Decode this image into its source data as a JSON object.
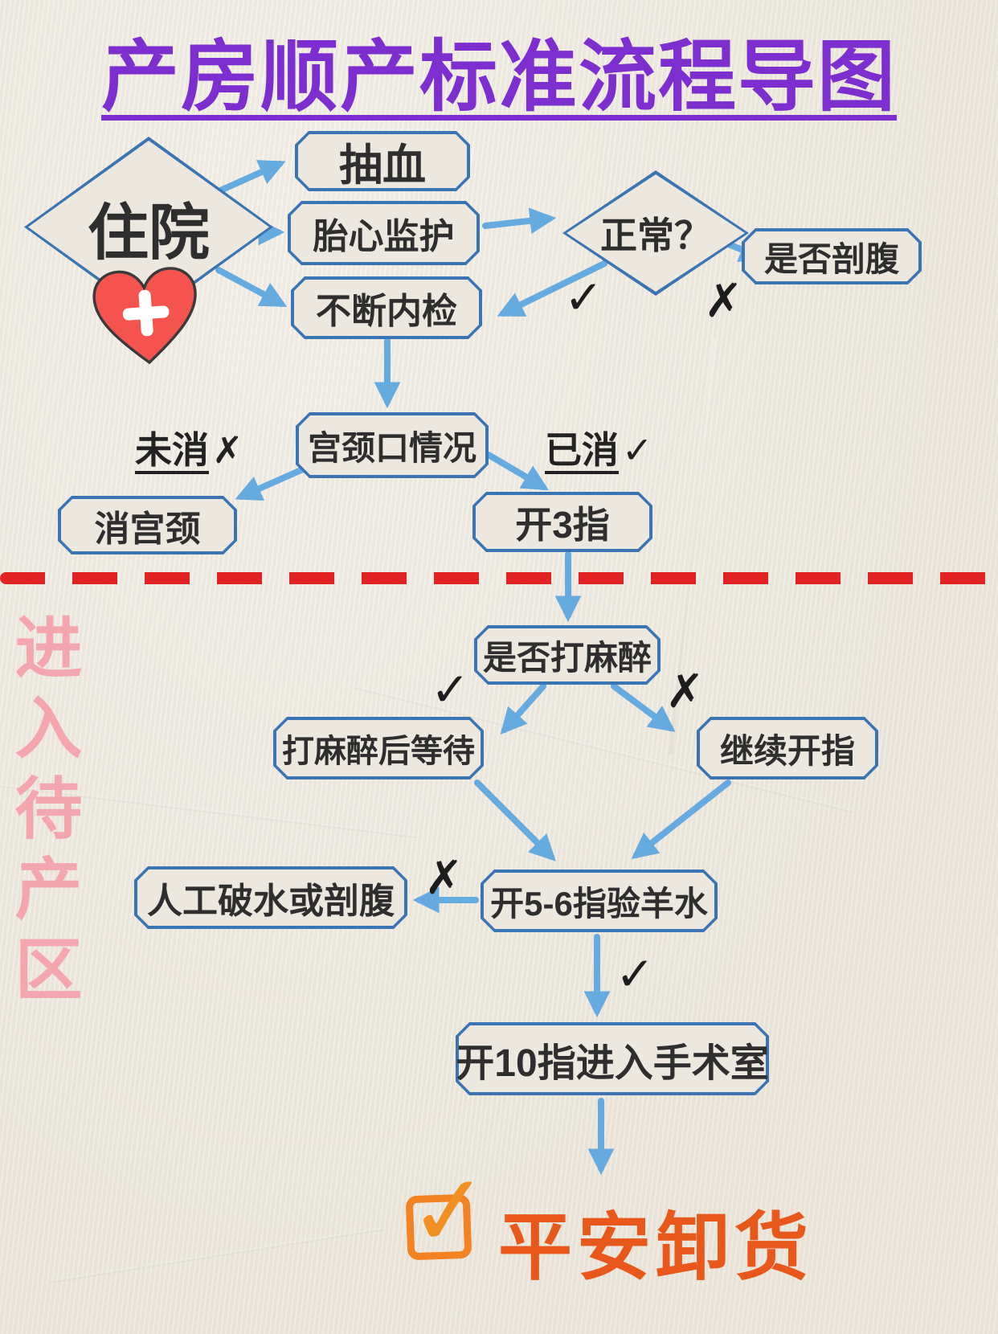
{
  "title": "产房顺产标准流程导图",
  "side_label": "进入待产区",
  "marks": {
    "check": "✓",
    "cross": "✗"
  },
  "nodes": {
    "admission": {
      "label": "住院"
    },
    "blood_draw": {
      "label": "抽血"
    },
    "fetal_monitor": {
      "label": "胎心监护"
    },
    "internal_exam": {
      "label": "不断内检"
    },
    "normal_q": {
      "label": "正常？"
    },
    "cesarean_q": {
      "label": "是否剖腹"
    },
    "cervix_status": {
      "label": "宫颈口情况"
    },
    "efface_cervix": {
      "label": "消宫颈"
    },
    "dilate_3": {
      "label": "开3指"
    },
    "anesthesia_q": {
      "label": "是否打麻醉"
    },
    "wait_after_anesthesia": {
      "label": "打麻醉后等待"
    },
    "keep_dilating": {
      "label": "继续开指"
    },
    "dilate_5_6": {
      "label": "开5-6指验羊水"
    },
    "rupture_or_cesarean": {
      "label": "人工破水或剖腹"
    },
    "dilate_10": {
      "label": "开10指进入手术室"
    }
  },
  "branch_labels": {
    "not_effaced": "未消",
    "effaced": "已消"
  },
  "footer": {
    "label": "平安卸货",
    "check": "✓"
  },
  "icons": {
    "heart_cross": "heart-with-medical-cross-icon"
  },
  "colors": {
    "title": "#7d2ecf",
    "box_border": "#3b74b2",
    "arrow": "#66abdf",
    "dashed_line": "#e02222",
    "side_label": "#f4a6ae",
    "heart": "#f4534e",
    "footer_text": "#e8581a",
    "node_text": "#2e2e2e",
    "background": "#ece8df"
  }
}
